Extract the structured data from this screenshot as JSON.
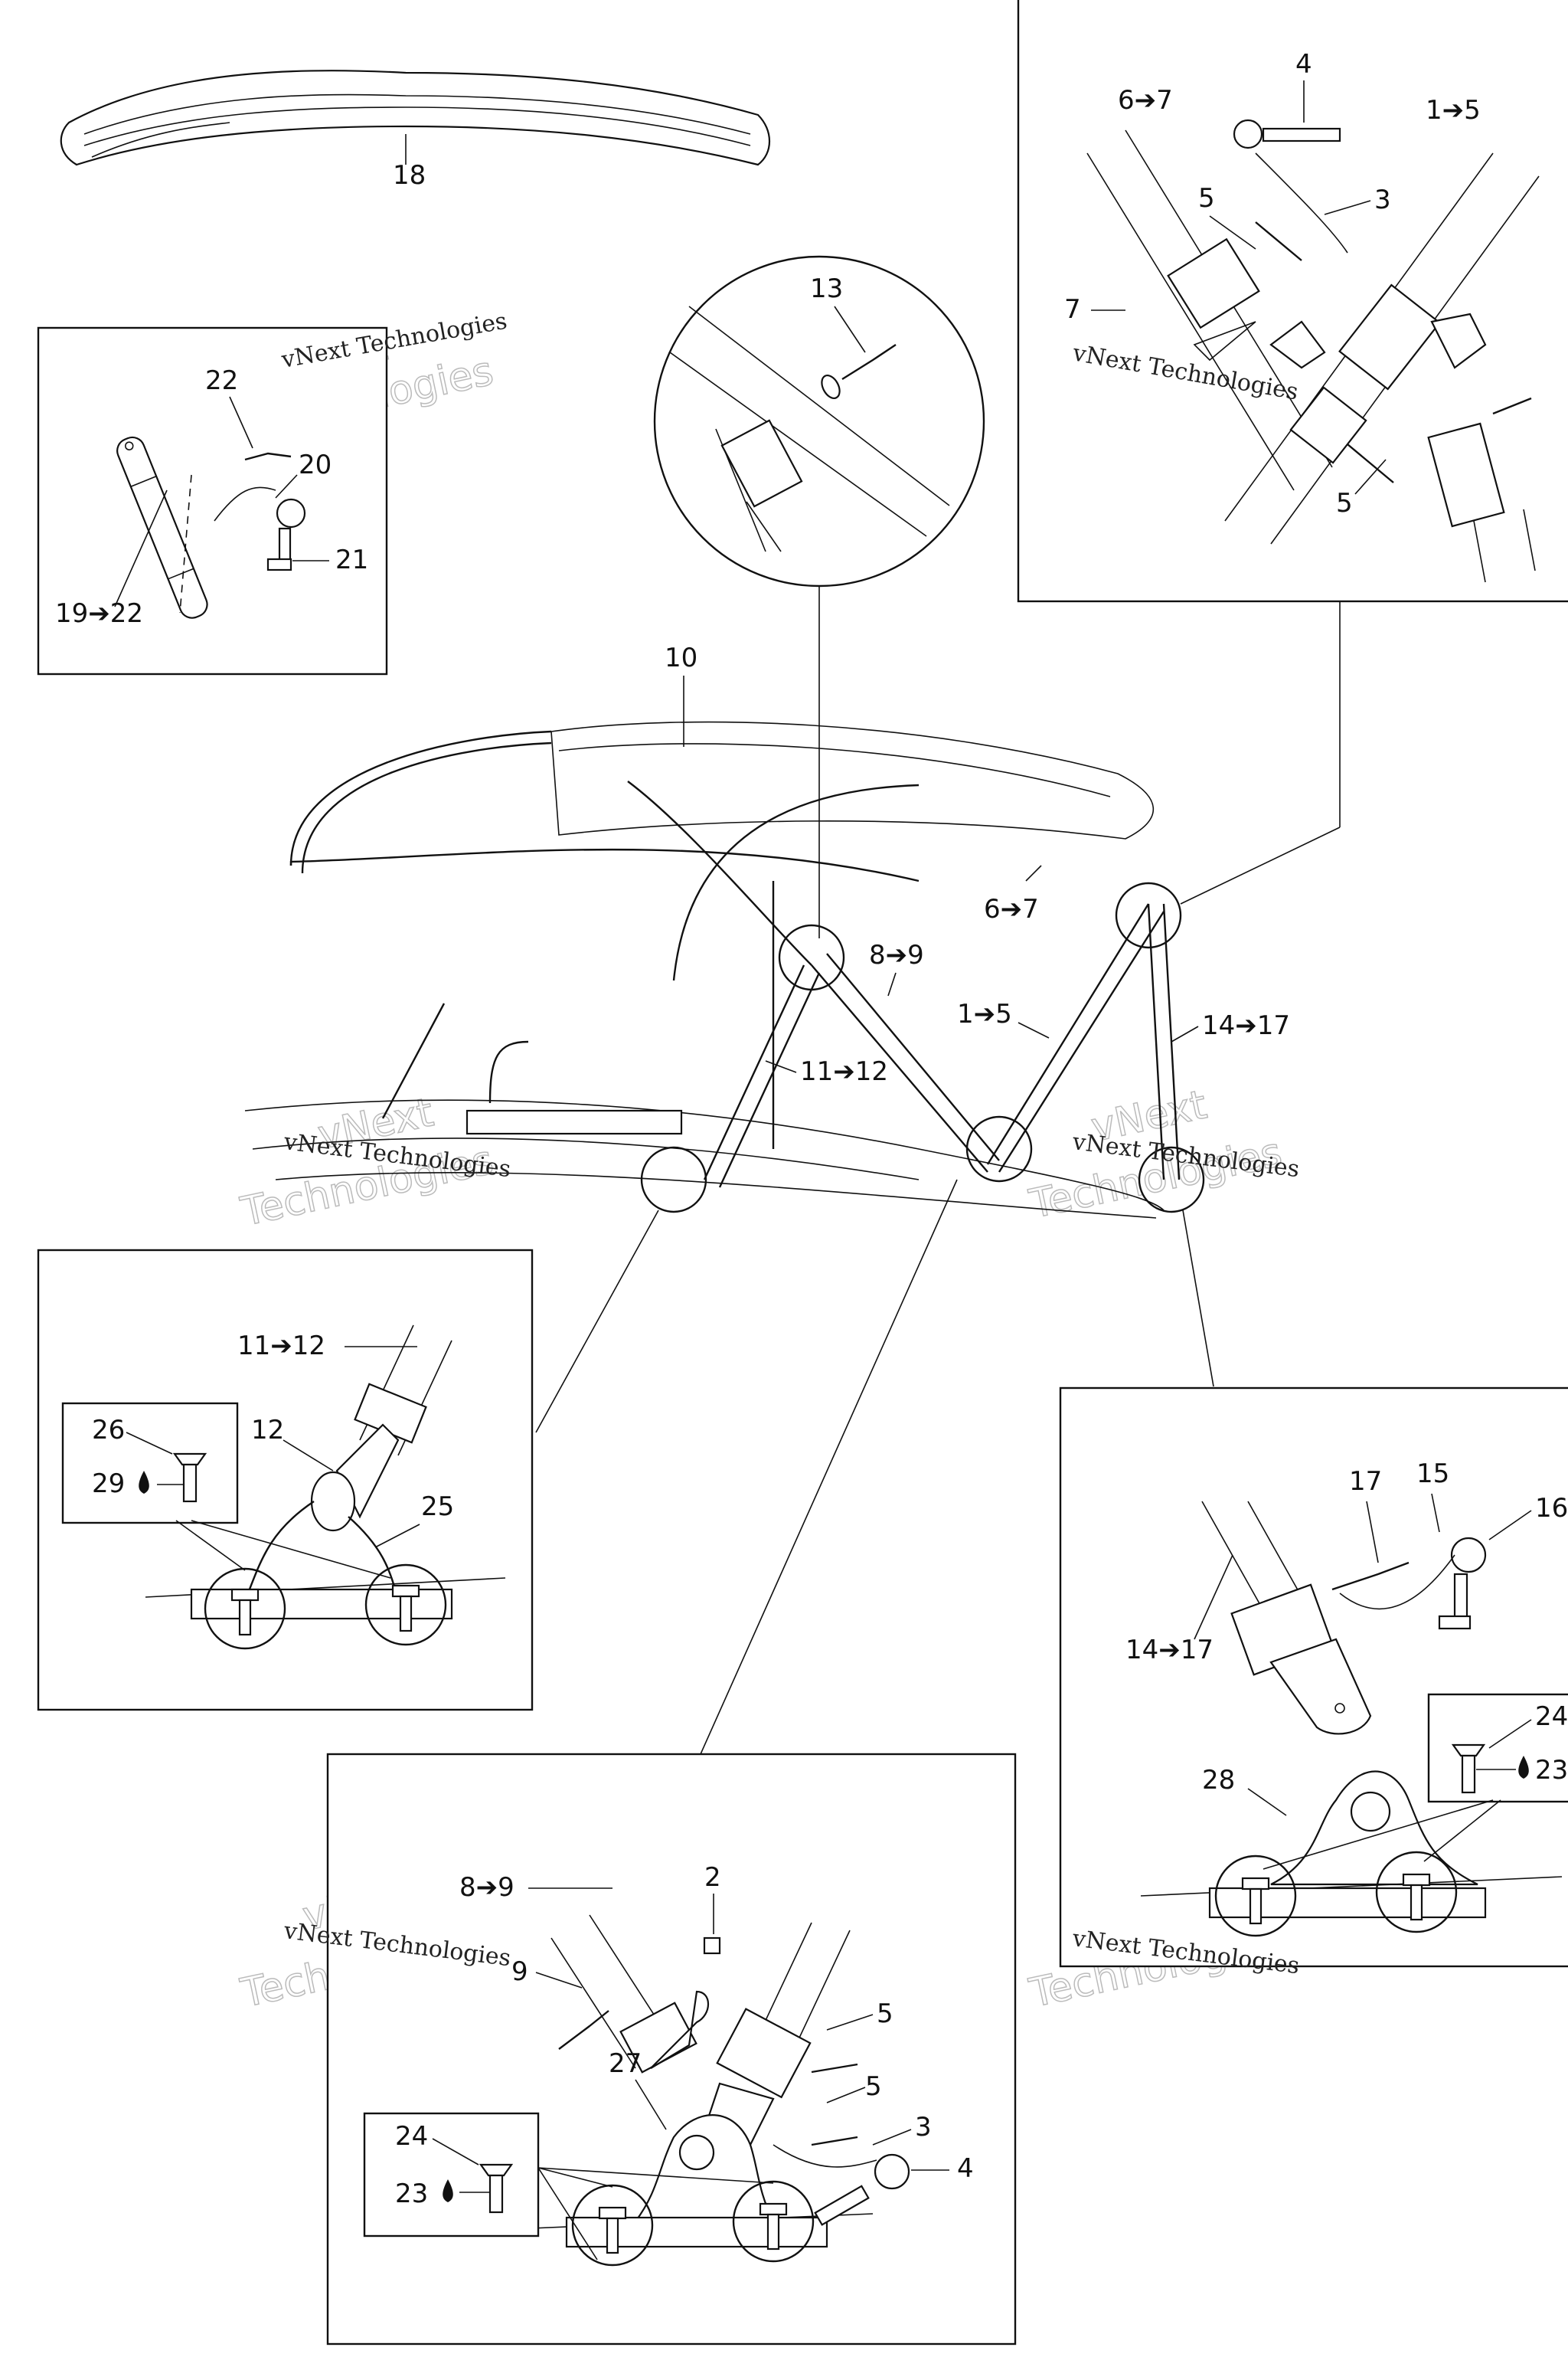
{
  "labels": {
    "l18": "18",
    "l22a": "22",
    "l20": "20",
    "l21": "21",
    "l19_22": "19➔22",
    "l13": "13",
    "l4a": "4",
    "l6_7a": "6➔7",
    "l1_5a": "1➔5",
    "l5a": "5",
    "l3a": "3",
    "l7": "7",
    "l5b": "5",
    "l10": "10",
    "l6_7b": "6➔7",
    "l8_9a": "8➔9",
    "l1_5b": "1➔5",
    "l14_17a": "14➔17",
    "l11_12a": "11➔12",
    "l11_12b": "11➔12",
    "l26": "26",
    "l12": "12",
    "l29": "29",
    "l25": "25",
    "l17": "17",
    "l15": "15",
    "l16": "16",
    "l14_17b": "14➔17",
    "l24a": "24",
    "l23a": "23",
    "l28": "28",
    "l2": "2",
    "l8_9b": "8➔9",
    "l9": "9",
    "l5c": "5",
    "l27": "27",
    "l5d": "5",
    "l3b": "3",
    "l24b": "24",
    "l4b": "4",
    "l23b": "23"
  },
  "watermark": {
    "line1": "vNext",
    "line2": "Technologies",
    "small": "vNext Technologies"
  },
  "icons": {
    "adhesive": "droplet-icon"
  }
}
